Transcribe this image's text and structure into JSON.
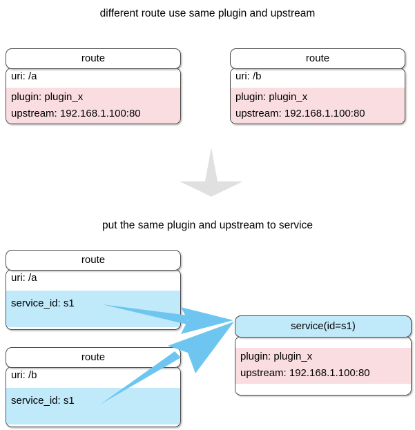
{
  "diagram": {
    "title_top": "different route use same plugin and upstream",
    "title_bottom": "put the same plugin and upstream to service",
    "colors": {
      "plugin_band": "#fadde1",
      "service_band": "#c0e9fa",
      "arrow_blue": "#6ec6f0",
      "arrow_gray": "#e0e0e0",
      "border": "#4a4a4a"
    }
  },
  "top_section": {
    "routes": [
      {
        "header": "route",
        "uri": "uri: /a",
        "plugin": "plugin: plugin_x",
        "upstream": "upstream: 192.168.1.100:80"
      },
      {
        "header": "route",
        "uri": "uri: /b",
        "plugin": "plugin: plugin_x",
        "upstream": "upstream: 192.168.1.100:80"
      }
    ]
  },
  "transition": {
    "icon": "down-arrow-icon"
  },
  "bottom_section": {
    "routes": [
      {
        "header": "route",
        "uri": "uri: /a",
        "service_id": "service_id: s1"
      },
      {
        "header": "route",
        "uri": "uri: /b",
        "service_id": "service_id: s1"
      }
    ],
    "service": {
      "header": "service(id=s1)",
      "plugin": "plugin: plugin_x",
      "upstream": "upstream: 192.168.1.100:80"
    },
    "arrows": [
      {
        "label": "route-a-to-service"
      },
      {
        "label": "route-b-to-service"
      }
    ]
  }
}
